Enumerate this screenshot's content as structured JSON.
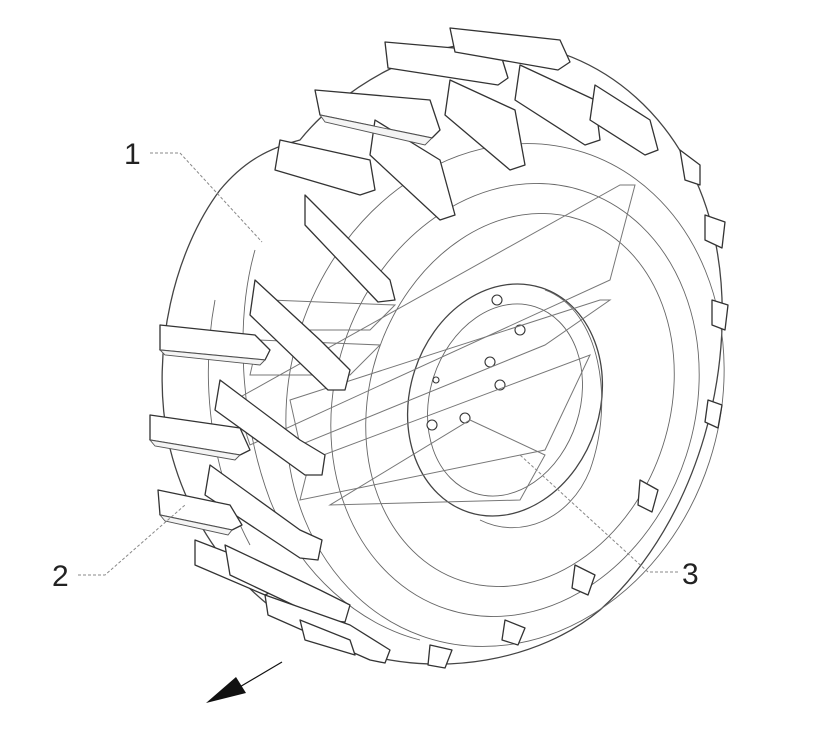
{
  "callouts": [
    {
      "id": "1",
      "label": "1"
    },
    {
      "id": "2",
      "label": "2"
    },
    {
      "id": "3",
      "label": "3"
    }
  ],
  "colors": {
    "line": "#444444",
    "leader": "#888888",
    "text": "#222222",
    "background": "#ffffff"
  }
}
